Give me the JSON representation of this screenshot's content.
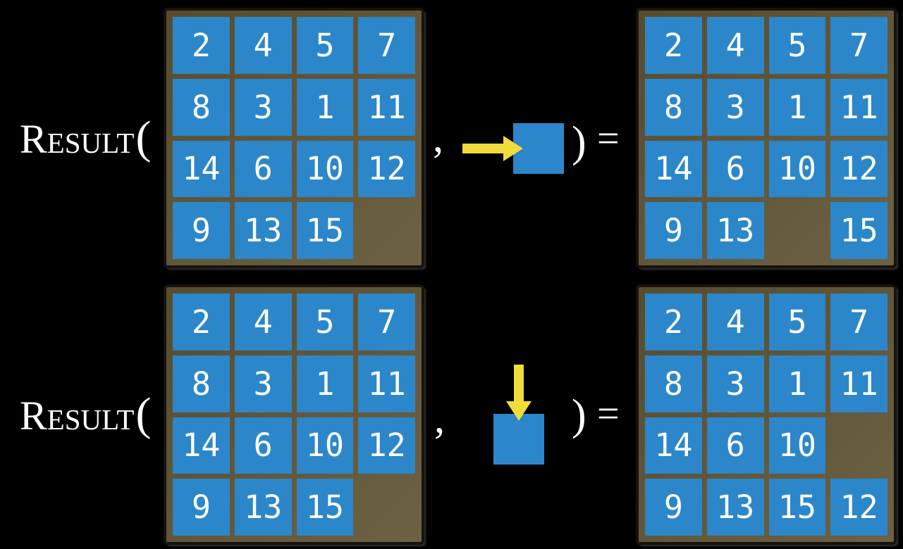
{
  "figure": {
    "function_name": "Result",
    "open_paren": "(",
    "comma": ",",
    "close_paren": ")",
    "equals": "="
  },
  "colors": {
    "background": "#000000",
    "board": "#615434",
    "board_border": "#17130d",
    "tile": "#2B87C9",
    "tile_text": "#FFFFFF",
    "arrow": "#F0DC3A",
    "text": "#FFFFFF"
  },
  "examples": [
    {
      "name": "slide-right",
      "action": {
        "direction": "right",
        "icon": "arrow-right-icon"
      },
      "before": [
        [
          "2",
          "4",
          "5",
          "7"
        ],
        [
          "8",
          "3",
          "1",
          "11"
        ],
        [
          "14",
          "6",
          "10",
          "12"
        ],
        [
          "9",
          "13",
          "15",
          ""
        ]
      ],
      "after": [
        [
          "2",
          "4",
          "5",
          "7"
        ],
        [
          "8",
          "3",
          "1",
          "11"
        ],
        [
          "14",
          "6",
          "10",
          "12"
        ],
        [
          "9",
          "13",
          "",
          "15"
        ]
      ]
    },
    {
      "name": "slide-down",
      "action": {
        "direction": "down",
        "icon": "arrow-down-icon"
      },
      "before": [
        [
          "2",
          "4",
          "5",
          "7"
        ],
        [
          "8",
          "3",
          "1",
          "11"
        ],
        [
          "14",
          "6",
          "10",
          "12"
        ],
        [
          "9",
          "13",
          "15",
          ""
        ]
      ],
      "after": [
        [
          "2",
          "4",
          "5",
          "7"
        ],
        [
          "8",
          "3",
          "1",
          "11"
        ],
        [
          "14",
          "6",
          "10",
          ""
        ],
        [
          "9",
          "13",
          "15",
          "12"
        ]
      ]
    }
  ]
}
